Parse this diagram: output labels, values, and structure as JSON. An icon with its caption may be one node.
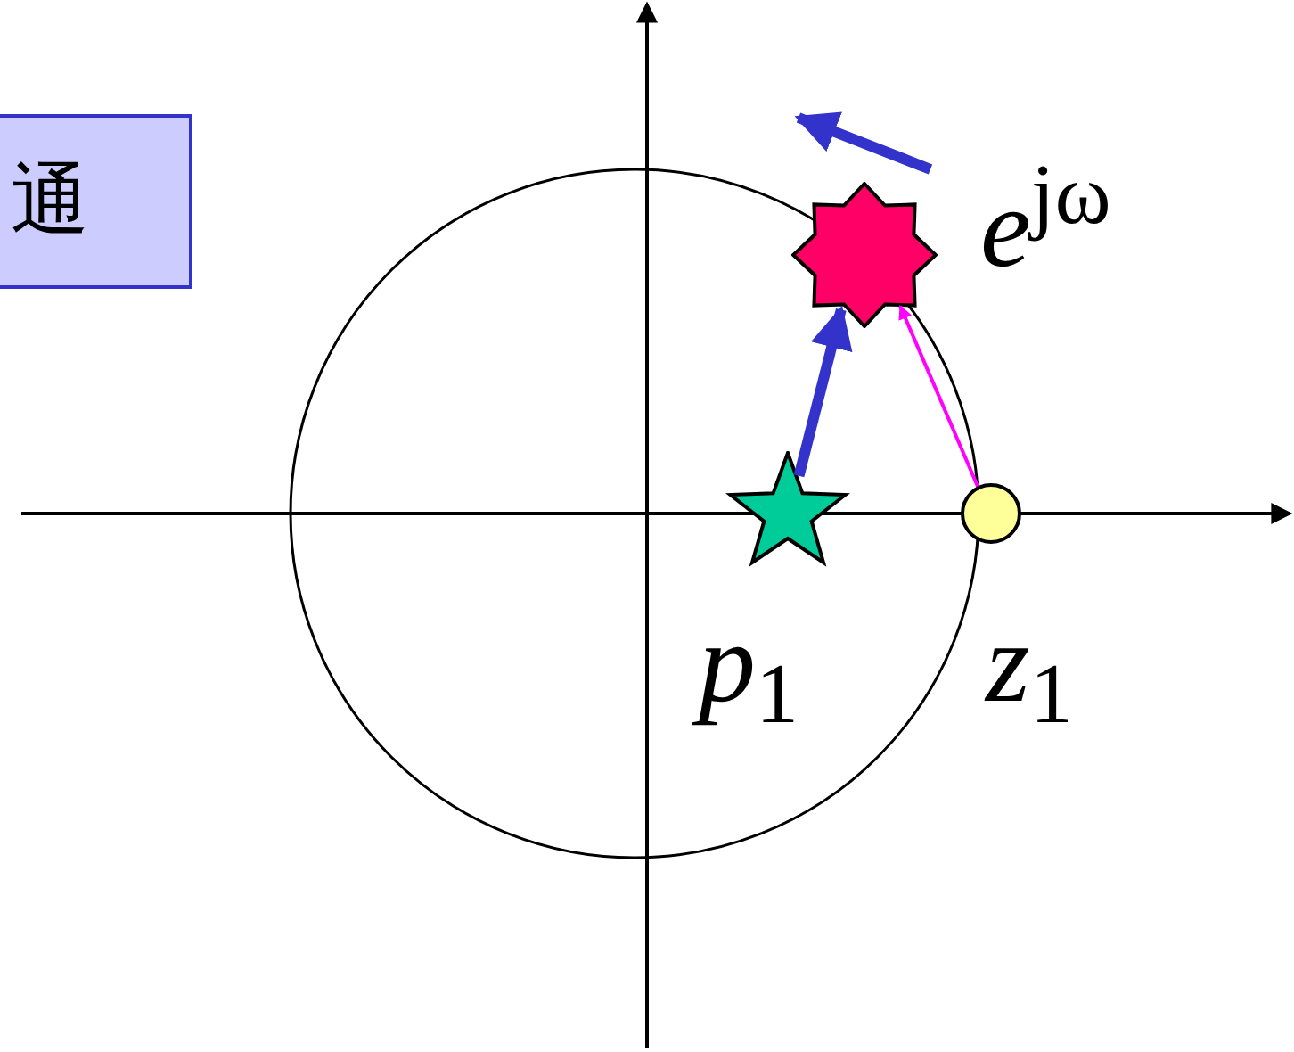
{
  "diagram": {
    "nodes": [
      {
        "text": [
          "通"
        ]
      },
      {
        "text": [],
        "shape": "star",
        "beside": [
          "*p*$_{1}$"
        ]
      },
      {
        "text": [],
        "shape": "octagram",
        "beside": [
          "*e*$^{jω}$"
        ]
      },
      {
        "text": [],
        "shape": "circle",
        "beside": [
          "*z*$_{1}$"
        ]
      }
    ],
    "edges": [
      {
        "from": 1,
        "to": 2,
        "arrow": "to",
        "style": "thick",
        "color": "#3333cc"
      },
      {
        "from": 3,
        "to": 2,
        "arrow": "to",
        "color": "#ff00ff"
      }
    ]
  }
}
